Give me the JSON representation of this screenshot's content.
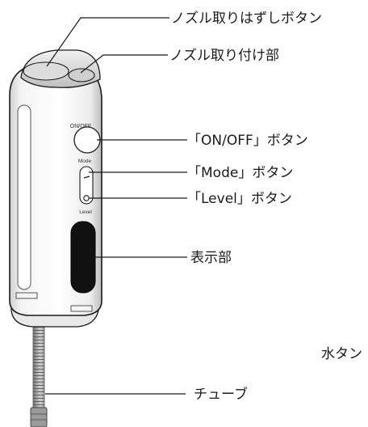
{
  "callouts": {
    "nozzle_release_button": "ノズル取りはずしボタン",
    "nozzle_mount": "ノズル取り付け部",
    "on_off_button": "「ON/OFF」ボタン",
    "mode_button": "「Mode」ボタン",
    "level_button": "「Level」ボタン",
    "display": "表示部",
    "water_tank_button": "水タン",
    "tube": "チューブ"
  },
  "device_labels": {
    "on_off": "ON/OFF",
    "mode": "Mode",
    "level": "Level"
  },
  "colors": {
    "line": "#1a1a1a",
    "display_panel": "#111111",
    "body_fill": "#fdfdfd",
    "body_shade": "#d9d9d9",
    "tube": "#8a8a8a"
  }
}
